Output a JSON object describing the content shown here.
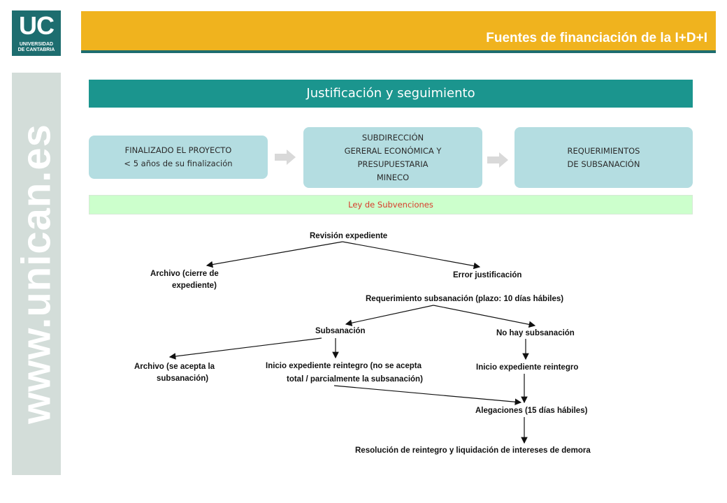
{
  "logo": {
    "mark": "UC",
    "line1": "UNIVERSIDAD",
    "line2": "DE CANTABRIA"
  },
  "header": {
    "title": "Fuentes de financiación de la I+D+I"
  },
  "sidebar": {
    "url": "www.unican.es"
  },
  "section": {
    "title": "Justificación y seguimiento"
  },
  "flow": {
    "box1": {
      "line1": "FINALIZADO EL PROYECTO",
      "line2": "< 5 años de su finalización"
    },
    "box2": {
      "line1": "SUBDIRECCIÓN",
      "line2": "GERERAL ECONÓMICA Y",
      "line3": "PRESUPUESTARIA",
      "line4": "MINECO"
    },
    "box3": {
      "line1": "REQUERIMIENTOS",
      "line2": "DE SUBSANACIÓN"
    }
  },
  "law": {
    "label": "Ley de Subvenciones"
  },
  "tree": {
    "revision": "Revisión expediente",
    "archivo_cierre_1": "Archivo (cierre de",
    "archivo_cierre_2": "expediente)",
    "error": "Error justificación",
    "requerimiento": "Requerimiento subsanación (plazo: 10 días hábiles)",
    "subsanacion": "Subsanación",
    "no_hay": "No hay subsanación",
    "archivo_acepta_1": "Archivo (se acepta la",
    "archivo_acepta_2": "subsanación)",
    "inicio_reintegro_parcial_1": "Inicio expediente reintegro (no se acepta",
    "inicio_reintegro_parcial_2": "total / parcialmente la subsanación)",
    "inicio_reintegro": "Inicio expediente reintegro",
    "alegaciones": "Alegaciones (15 días hábiles)",
    "resolucion": "Resolución de reintegro y liquidación de intereses de demora"
  },
  "colors": {
    "header_yellow": "#f0b31e",
    "brand_teal": "#1d6d6f",
    "section_teal": "#1b958e",
    "box_fill": "#b4dde1",
    "law_fill": "#ccffcc",
    "law_text": "#d83a2a",
    "sidebar_grey": "#d3ddd9"
  }
}
